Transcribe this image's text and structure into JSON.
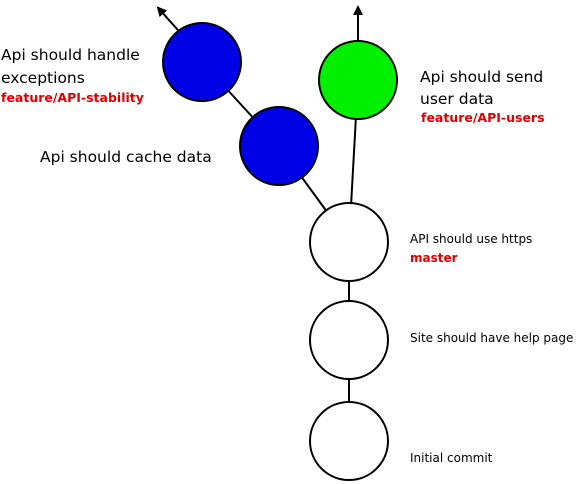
{
  "commits": [
    {
      "id": "initial",
      "message": "Initial commit",
      "branch": "",
      "color": "#ffffff"
    },
    {
      "id": "help",
      "message": "Site should have help page",
      "branch": "",
      "color": "#ffffff"
    },
    {
      "id": "https",
      "message": "API should use https",
      "branch": "master",
      "color": "#ffffff"
    },
    {
      "id": "cache",
      "message": "Api should cache data",
      "branch": "",
      "color": "#0000e6"
    },
    {
      "id": "exceptions",
      "message": "Api should handle exceptions",
      "message_lines": [
        "Api should handle",
        "exceptions"
      ],
      "branch": "feature/API-stability",
      "color": "#0000e6"
    },
    {
      "id": "userdata",
      "message": "Api should send user data",
      "message_lines": [
        "Api should send",
        "user data"
      ],
      "branch": "feature/API-users",
      "color": "#00f000"
    }
  ],
  "edges": [
    [
      "initial",
      "help"
    ],
    [
      "help",
      "https"
    ],
    [
      "https",
      "cache"
    ],
    [
      "cache",
      "exceptions"
    ],
    [
      "https",
      "userdata"
    ]
  ],
  "branch_tips": [
    "exceptions",
    "userdata"
  ],
  "branch_label_color": "#e00000"
}
